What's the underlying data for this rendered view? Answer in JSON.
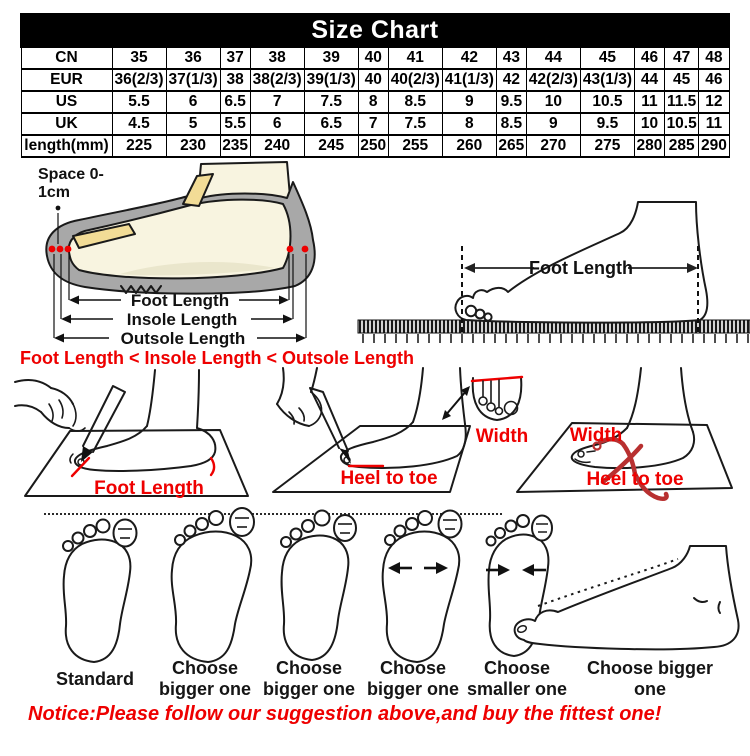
{
  "page": {
    "title_bar": "Size Chart"
  },
  "size_table": {
    "rows": [
      {
        "label": "CN",
        "values": [
          "35",
          "36",
          "37",
          "38",
          "39",
          "40",
          "41",
          "42",
          "43",
          "44",
          "45",
          "46",
          "47",
          "48"
        ]
      },
      {
        "label": "EUR",
        "values": [
          "36(2/3)",
          "37(1/3)",
          "38",
          "38(2/3)",
          "39(1/3)",
          "40",
          "40(2/3)",
          "41(1/3)",
          "42",
          "42(2/3)",
          "43(1/3)",
          "44",
          "45",
          "46"
        ]
      },
      {
        "label": "US",
        "values": [
          "5.5",
          "6",
          "6.5",
          "7",
          "7.5",
          "8",
          "8.5",
          "9",
          "9.5",
          "10",
          "10.5",
          "11",
          "11.5",
          "12"
        ]
      },
      {
        "label": "UK",
        "values": [
          "4.5",
          "5",
          "5.5",
          "6",
          "6.5",
          "7",
          "7.5",
          "8",
          "8.5",
          "9",
          "9.5",
          "10",
          "10.5",
          "11"
        ]
      },
      {
        "label": "length(mm)",
        "values": [
          "225",
          "230",
          "235",
          "240",
          "245",
          "250",
          "255",
          "260",
          "265",
          "270",
          "275",
          "280",
          "285",
          "290"
        ]
      }
    ]
  },
  "fit_diagram": {
    "space_label": "Space 0-1cm",
    "foot_length_label": "Foot Length",
    "insole_length_label": "Insole Length",
    "outsole_length_label": "Outsole Length",
    "rule_text": "Foot Length < Insole Length < Outsole Length"
  },
  "ruler_diagram": {
    "foot_length_label": "Foot Length"
  },
  "measuring": {
    "step1_label": "Foot Length",
    "step2_label": "Heel to toe",
    "step2_width_label": "Width",
    "step3_width_label": "Width",
    "step3_label": "Heel to toe"
  },
  "foot_types": [
    {
      "label": "Standard"
    },
    {
      "label": "Choose bigger one"
    },
    {
      "label": "Choose bigger one"
    },
    {
      "label": "Choose bigger one"
    },
    {
      "label": "Choose smaller one"
    },
    {
      "label": "Choose bigger one"
    }
  ],
  "notice": "Notice:Please follow our suggestion above,and buy the fittest one!",
  "colors": {
    "accent_red": "#ee0000",
    "title_bg": "#000000",
    "title_fg": "#ffffff",
    "shoe_gray": "#a8a8a8",
    "foot_cream": "#f8f4e0",
    "insole_yellow": "#f2dc96",
    "arch_shade": "#eae6cc",
    "tape_red": "#b83030"
  }
}
